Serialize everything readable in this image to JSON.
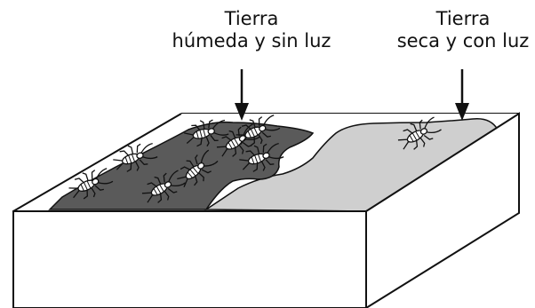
{
  "labels": {
    "moist_dark": {
      "line1": "Tierra",
      "line2": "húmeda y sin luz"
    },
    "dry_light": {
      "line1": "Tierra",
      "line2": "seca y con luz"
    }
  },
  "colors": {
    "outline": "#111111",
    "moist_soil": "#5a5a5a",
    "dry_soil": "#cfcfcf",
    "box_face": "#ffffff"
  },
  "insects": {
    "moist_side_count": 8,
    "dry_side_count": 1
  }
}
